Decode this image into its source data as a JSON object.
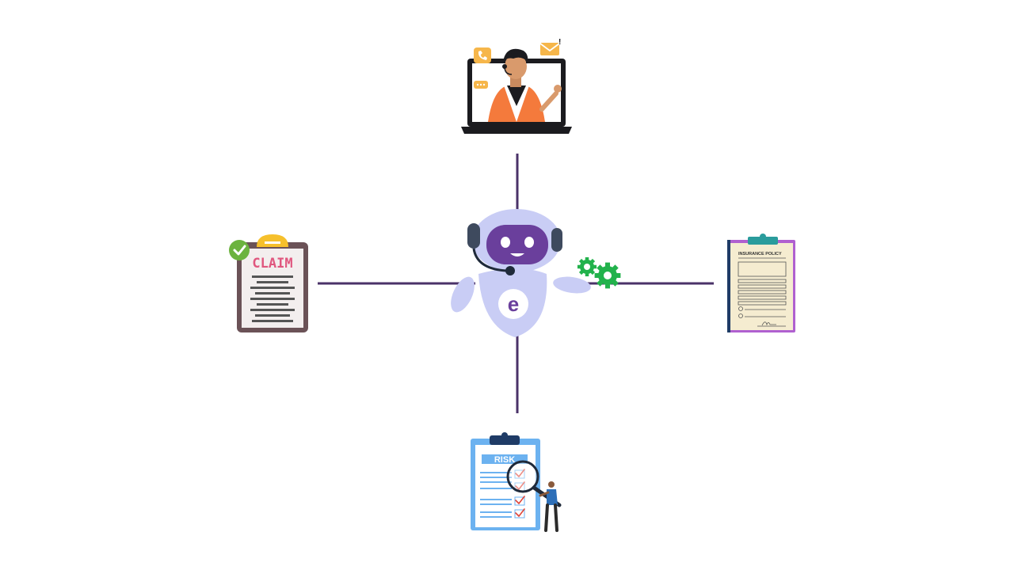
{
  "colors": {
    "connector": "#4a3268",
    "robot_body": "#c9cdf5",
    "robot_face": "#6a3f9c",
    "gear": "#22b24c",
    "claim_board": "#6b5257",
    "claim_text": "#e0577f",
    "check": "#6cb33f",
    "risk_board": "#6cb2f0",
    "risk_header": "#1f3b66",
    "policy_paper": "#f5ecd0",
    "policy_border": "#b060d0",
    "agent_shirt": "#f47a3c"
  },
  "nodes": {
    "center": {
      "name": "AI chatbot",
      "logo_letter": "e"
    },
    "top": {
      "name": "Customer support"
    },
    "left": {
      "name": "Claims",
      "title": "CLAIM"
    },
    "right": {
      "name": "Insurance policy",
      "title": "INSURANCE POLICY"
    },
    "bottom": {
      "name": "Risk assessment",
      "title": "RISK"
    }
  },
  "icons": [
    "robot-icon",
    "gear-icon",
    "headset-agent-icon",
    "phone-icon",
    "mail-icon",
    "chat-icon",
    "clipboard-icon",
    "check-icon",
    "magnifier-icon",
    "person-icon"
  ]
}
